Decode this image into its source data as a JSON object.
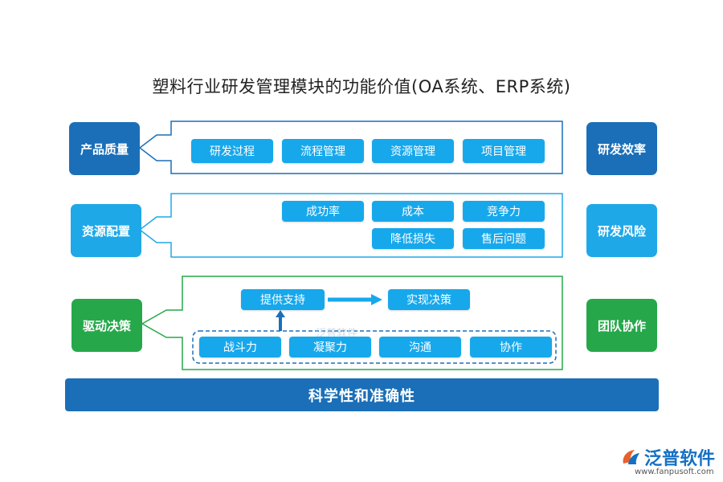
{
  "title": "塑料行业研发管理模块的功能价值(OA系统、ERP系统)",
  "left": {
    "quality": "产品质量",
    "resource": "资源配置",
    "decision": "驱动决策"
  },
  "right": {
    "efficiency": "研发效率",
    "risk": "研发风险",
    "team": "团队协作"
  },
  "row1": [
    "研发过程",
    "流程管理",
    "资源管理",
    "项目管理"
  ],
  "row2": {
    "top": [
      "成功率",
      "成本",
      "竞争力"
    ],
    "bottom": [
      "降低损失",
      "售后问题"
    ]
  },
  "row3": {
    "support": "提供支持",
    "realize": "实现决策",
    "bottom": [
      "战斗力",
      "凝聚力",
      "沟通",
      "协作"
    ]
  },
  "bottom_bar": "科学性和准确性",
  "watermark": "泛普软件",
  "logo": {
    "name": "泛普软件",
    "url": "www.fanpusoft.com"
  },
  "colors": {
    "dark_blue": "#1b6fb8",
    "light_blue": "#1fa8e8",
    "green": "#26a84a",
    "chip_blue": "#17a8ec"
  }
}
